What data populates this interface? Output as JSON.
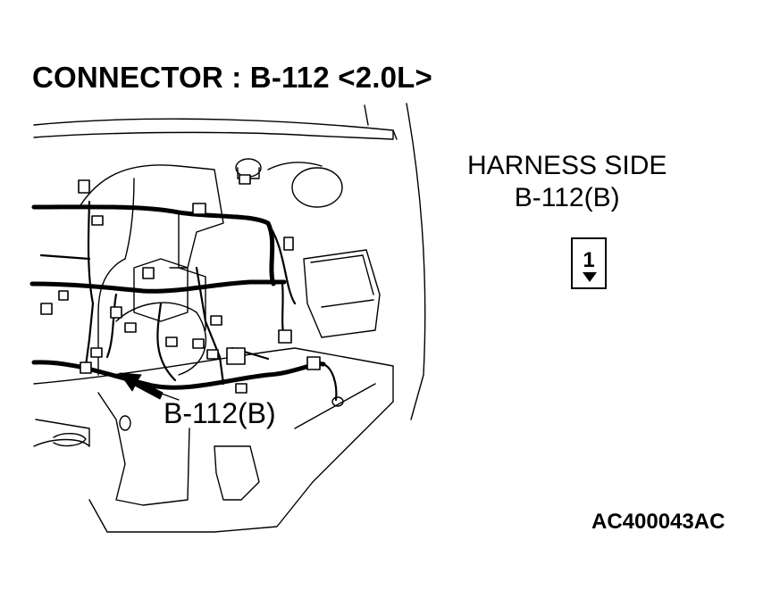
{
  "header": {
    "title": "CONNECTOR : B-112 <2.0L>"
  },
  "harness_view": {
    "line1": "HARNESS SIDE",
    "line2": "B-112(B)",
    "pin_number": "1"
  },
  "engine_view": {
    "callout_label": "B-112(B)"
  },
  "figure_code": "AC400043AC"
}
